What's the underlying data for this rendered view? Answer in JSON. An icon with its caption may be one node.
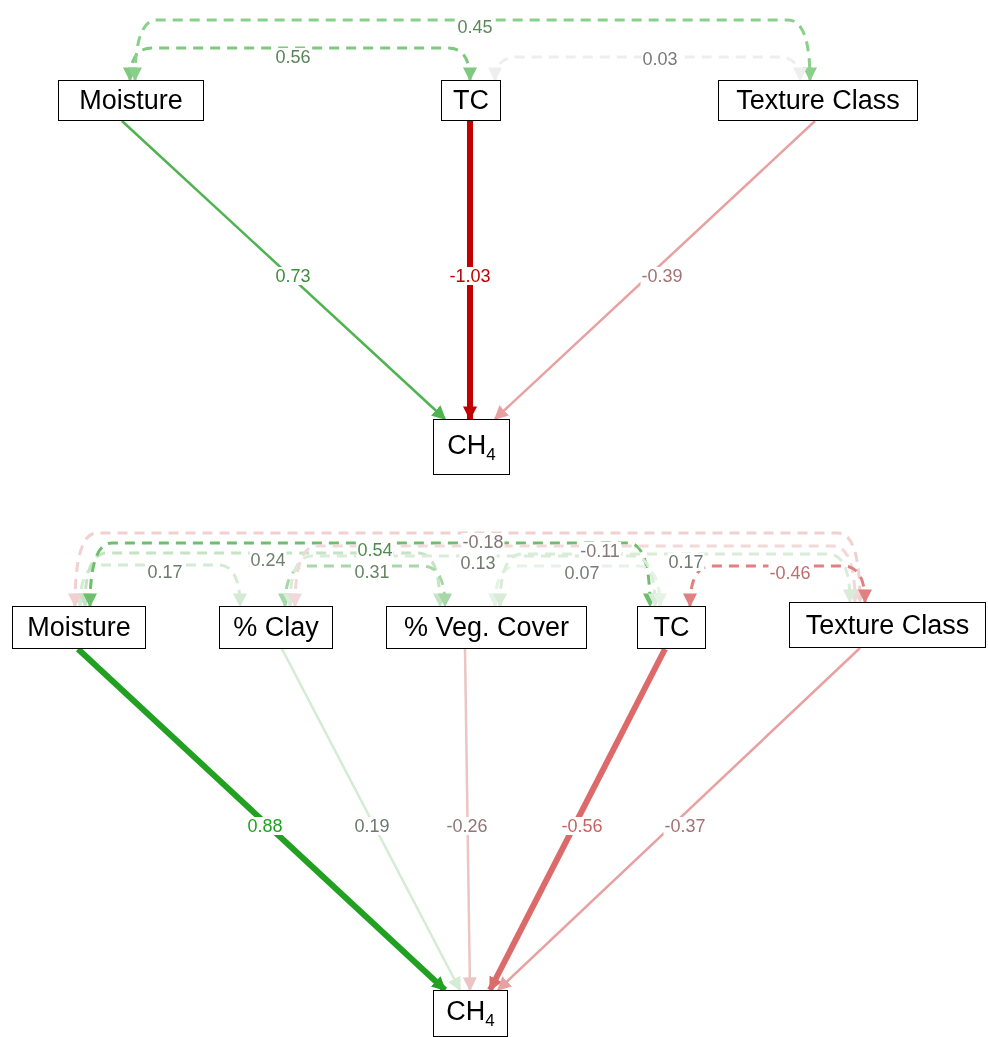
{
  "diagram": {
    "nodes": [
      {
        "text": [
          "Moisture"
        ]
      },
      {
        "text": [
          "TC"
        ]
      },
      {
        "text": [
          "Texture Class"
        ]
      },
      {
        "text": [
          "CH$_{4}$"
        ]
      },
      {
        "text": [
          "Moisture"
        ]
      },
      {
        "text": [
          "% Clay"
        ]
      },
      {
        "text": [
          "% Veg. Cover"
        ]
      },
      {
        "text": [
          "TC"
        ]
      },
      {
        "text": [
          "Texture Class"
        ]
      },
      {
        "text": [
          "CH$_{4}$"
        ]
      }
    ],
    "edges": [
      {
        "from": 0,
        "to": 3,
        "arrow": "to",
        "label": "0.73",
        "color": "#4fb34f"
      },
      {
        "from": 1,
        "to": 3,
        "arrow": "to",
        "label": "-1.03",
        "style": "thick",
        "color": "#c00000"
      },
      {
        "from": 2,
        "to": 3,
        "arrow": "to",
        "label": "-0.39",
        "color": "#e8a0a0"
      },
      {
        "from": 0,
        "to": 1,
        "arrow": "both",
        "label": "0.56",
        "style": "dashed",
        "color": "#80c880"
      },
      {
        "from": 0,
        "to": 2,
        "arrow": "both",
        "label": "0.45",
        "style": "dashed",
        "color": "#8ad08a"
      },
      {
        "from": 1,
        "to": 2,
        "arrow": "both",
        "label": "0.03",
        "style": "dashed",
        "color": "#eeeeee"
      },
      {
        "from": 4,
        "to": 9,
        "arrow": "to",
        "label": "0.88",
        "style": "thick",
        "color": "#22a022"
      },
      {
        "from": 5,
        "to": 9,
        "arrow": "to",
        "label": "0.19",
        "color": "#d4ecd4"
      },
      {
        "from": 6,
        "to": 9,
        "arrow": "to",
        "label": "-0.26",
        "color": "#ebc4c4"
      },
      {
        "from": 7,
        "to": 9,
        "arrow": "to",
        "label": "-0.56",
        "style": "thick",
        "color": "#dd6a6a"
      },
      {
        "from": 8,
        "to": 9,
        "arrow": "to",
        "label": "-0.37",
        "color": "#e8a0a0"
      },
      {
        "from": 4,
        "to": 5,
        "arrow": "both",
        "label": "0.17",
        "style": "dashed",
        "color": "#d4ead4"
      },
      {
        "from": 4,
        "to": 6,
        "arrow": "both",
        "label": "0.24",
        "style": "dashed",
        "color": "#c4e4c4"
      },
      {
        "from": 4,
        "to": 7,
        "arrow": "both",
        "label": "0.54",
        "style": "dashed",
        "color": "#6cc06c"
      },
      {
        "from": 5,
        "to": 6,
        "arrow": "both",
        "label": "0.31",
        "style": "dashed",
        "color": "#a8d8a8"
      },
      {
        "from": 4,
        "to": 8,
        "arrow": "both",
        "label": "-0.18",
        "style": "dashed",
        "color": "#f0d0d0"
      },
      {
        "from": 5,
        "to": 7,
        "arrow": "both",
        "label": "0.13",
        "style": "dashed",
        "color": "#d8ecd8"
      },
      {
        "from": 5,
        "to": 8,
        "arrow": "both",
        "label": "-0.11",
        "style": "dashed",
        "color": "#f2d8d8"
      },
      {
        "from": 6,
        "to": 7,
        "arrow": "both",
        "label": "0.07",
        "style": "dashed",
        "color": "#e6f2e6"
      },
      {
        "from": 6,
        "to": 8,
        "arrow": "both",
        "label": "0.17",
        "style": "dashed",
        "color": "#d8ecd8"
      },
      {
        "from": 7,
        "to": 8,
        "arrow": "both",
        "label": "-0.46",
        "style": "dashed",
        "color": "#e08080"
      }
    ]
  }
}
